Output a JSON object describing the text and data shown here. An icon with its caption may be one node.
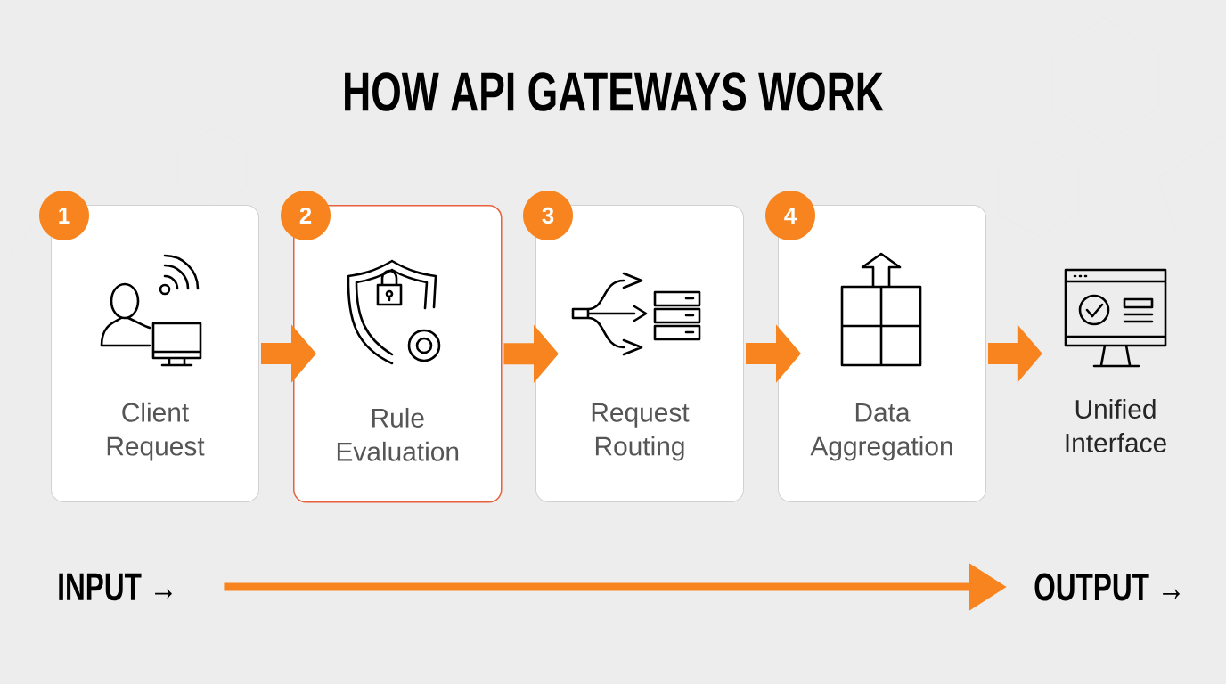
{
  "diagram": {
    "title": "HOW API GATEWAYS WORK",
    "nodes": [
      {
        "text": [
          "1"
        ]
      },
      {
        "text": [
          "Client Request"
        ]
      },
      {
        "text": [
          "2"
        ]
      },
      {
        "text": [
          "Rule Evaluation"
        ]
      },
      {
        "text": [
          "3"
        ]
      },
      {
        "text": [
          "Request Routing"
        ]
      },
      {
        "text": [
          "4"
        ]
      },
      {
        "text": [
          "Data Aggregation"
        ]
      },
      {
        "text": [
          "Unified Interface"
        ]
      },
      {
        "text": [
          "INPUT →"
        ]
      },
      {
        "text": [
          "OUTPUT →"
        ]
      }
    ],
    "edges": [
      {
        "from": 1,
        "to": 3,
        "arrow": "to"
      },
      {
        "from": 3,
        "to": 5,
        "arrow": "to"
      },
      {
        "from": 5,
        "to": 7,
        "arrow": "to"
      },
      {
        "from": 7,
        "to": 8,
        "arrow": "to"
      },
      {
        "from": 9,
        "to": 10,
        "arrow": "to"
      }
    ]
  }
}
